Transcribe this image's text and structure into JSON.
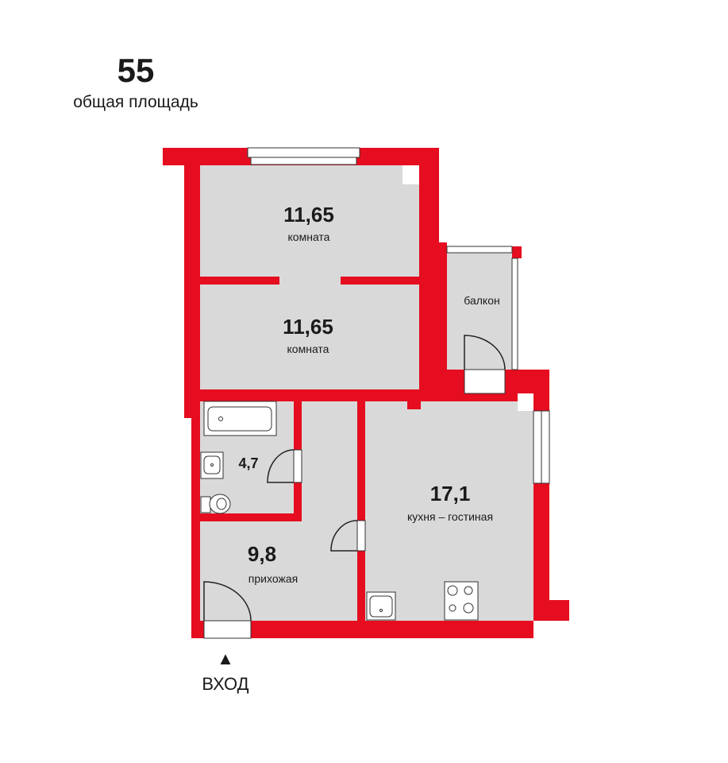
{
  "summary": {
    "total_area": "55",
    "total_area_label": "общая площадь"
  },
  "entrance": {
    "arrow": "▲",
    "label": "вход"
  },
  "rooms": [
    {
      "area": "11,65",
      "name": "комната"
    },
    {
      "area": "11,65",
      "name": "комната"
    },
    {
      "area": "",
      "name": "балкон"
    },
    {
      "area": "4,7",
      "name": ""
    },
    {
      "area": "17,1",
      "name": "кухня – гостиная"
    },
    {
      "area": "9,8",
      "name": "прихожая"
    }
  ],
  "colors": {
    "wall": "#e50d1f",
    "floor": "#d9d9d9"
  }
}
